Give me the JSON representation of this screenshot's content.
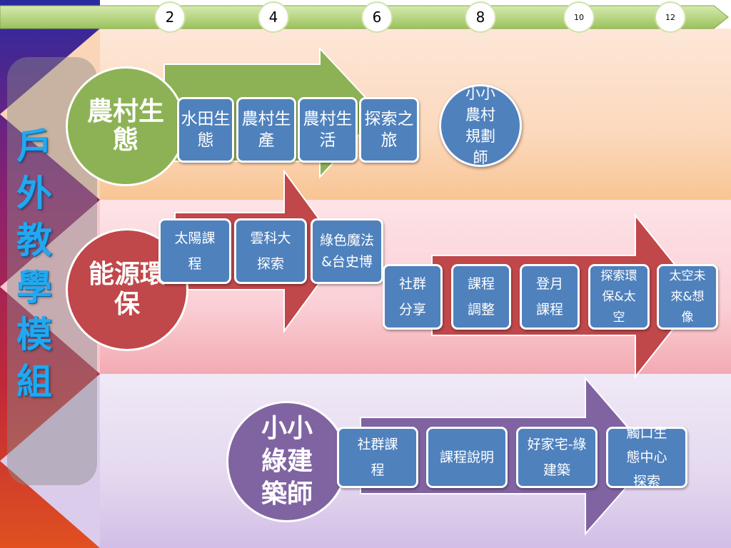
{
  "timeline": {
    "markers": [
      "2",
      "4",
      "6",
      "8",
      "10",
      "12"
    ]
  },
  "side_title": "戶外教學模組",
  "rows": {
    "farm": {
      "module": "農村生態",
      "steps": [
        "水田生態",
        "農村生產",
        "農村生活",
        "探索之旅"
      ],
      "outcome": "小小農村規劃師"
    },
    "energy": {
      "module": "能源環保",
      "steps": [
        "太陽課程",
        "雲科大探索",
        "綠色魔法&台史博",
        "社群分享",
        "課程調整",
        "登月課程",
        "探索環保&太空",
        "太空未來&想像"
      ]
    },
    "green": {
      "module": "小小綠建築師",
      "steps": [
        "社群課程",
        "課程說明",
        "好家宅-綠建築",
        "觸口生態中心探索"
      ]
    }
  },
  "colors": {
    "farm": "#8db255",
    "energy": "#c0474a",
    "green": "#8064a2",
    "step_box": "#4f81bd",
    "title": "#22a8f0"
  }
}
